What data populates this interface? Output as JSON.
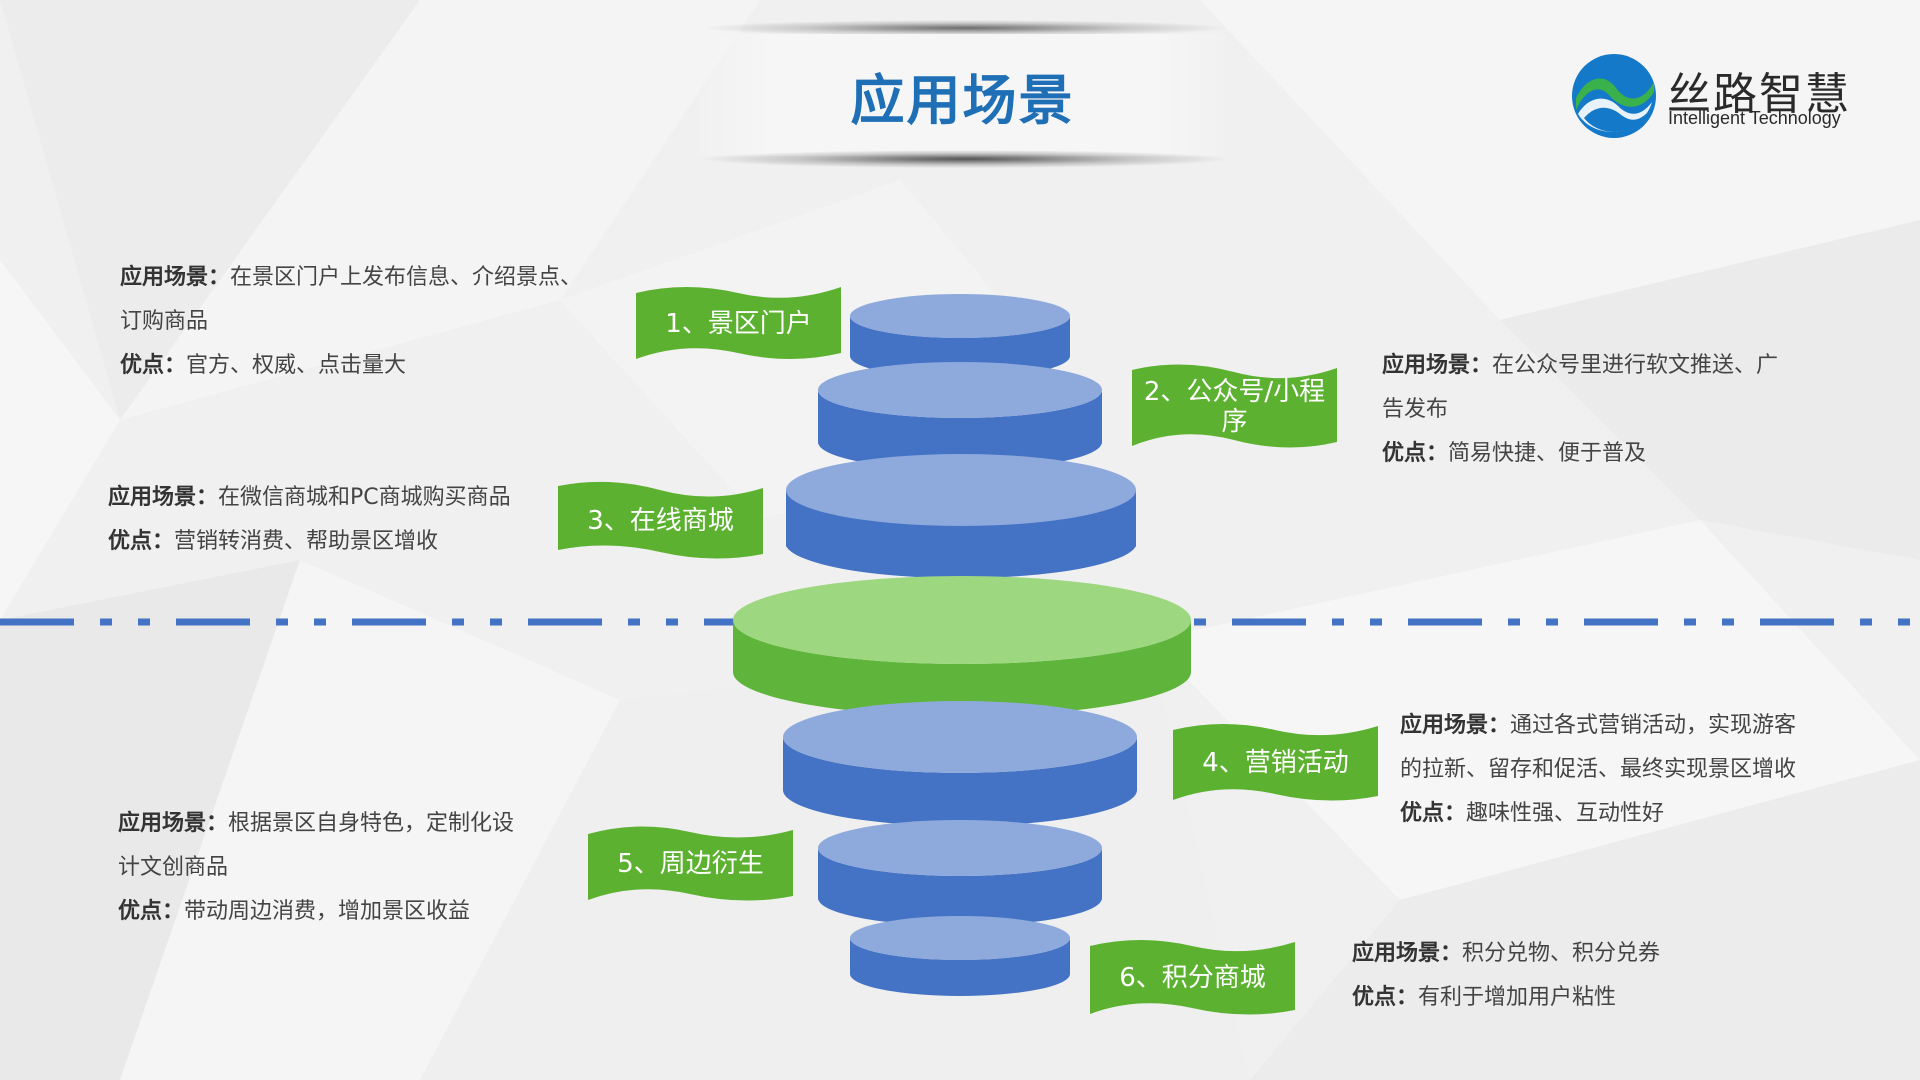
{
  "title": "应用场景",
  "logo": {
    "name": "丝路智慧",
    "subtitle": "Intelligent Technology",
    "colors": {
      "blue": "#1479c8",
      "green": "#3ab14a"
    }
  },
  "colors": {
    "title": "#1f6fb6",
    "ribbon": "#5cb230",
    "tier_top": "#8eaadc",
    "tier_side": "#4472c4",
    "center_top": "#9dd77f",
    "center_side": "#5fb53b",
    "axis_line": "#4472c4"
  },
  "labels": {
    "scenario": "应用场景：",
    "advantage": "优点："
  },
  "items": [
    {
      "label": "1、景区门户",
      "scenario_lines": [
        "在景区门户上发布信息、介绍景点、",
        "订购商品"
      ],
      "advantage": "官方、权威、点击量大"
    },
    {
      "label": "2、公众号/小程序",
      "label_lines": [
        "2、公众号/小程",
        "序"
      ],
      "scenario_lines": [
        "在公众号里进行软文推送、广",
        "告发布"
      ],
      "advantage": "简易快捷、便于普及"
    },
    {
      "label": "3、在线商城",
      "scenario_lines": [
        "在微信商城和PC商城购买商品"
      ],
      "advantage": "营销转消费、帮助景区增收"
    },
    {
      "label": "4、营销活动",
      "scenario_lines": [
        "通过各式营销活动，实现游客",
        "的拉新、留存和促活、最终实现景区增收"
      ],
      "advantage": "趣味性强、互动性好"
    },
    {
      "label": "5、周边衍生",
      "scenario_lines": [
        "根据景区自身特色，定制化设",
        "计文创商品"
      ],
      "advantage": "带动周边消费，增加景区收益"
    },
    {
      "label": "6、积分商城",
      "scenario_lines": [
        "积分兑物、积分兑券"
      ],
      "advantage": "有利于增加用户粘性"
    }
  ]
}
